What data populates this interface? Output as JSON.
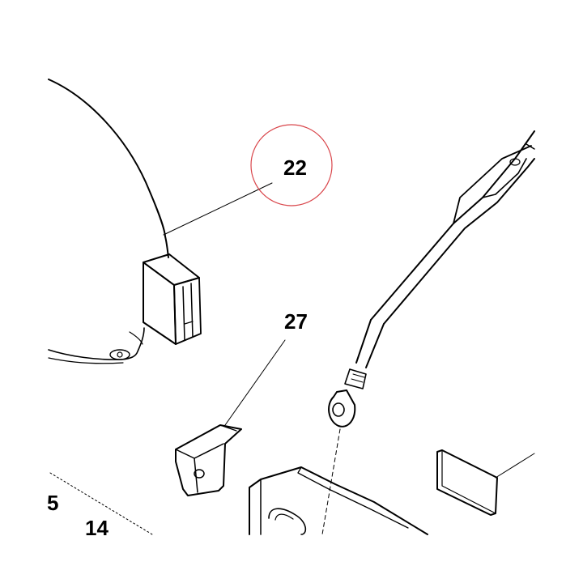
{
  "diagram": {
    "callouts": {
      "c22": "22",
      "c27": "27",
      "c5": "5",
      "c14": "14"
    },
    "highlight_color": "#d9464b"
  }
}
